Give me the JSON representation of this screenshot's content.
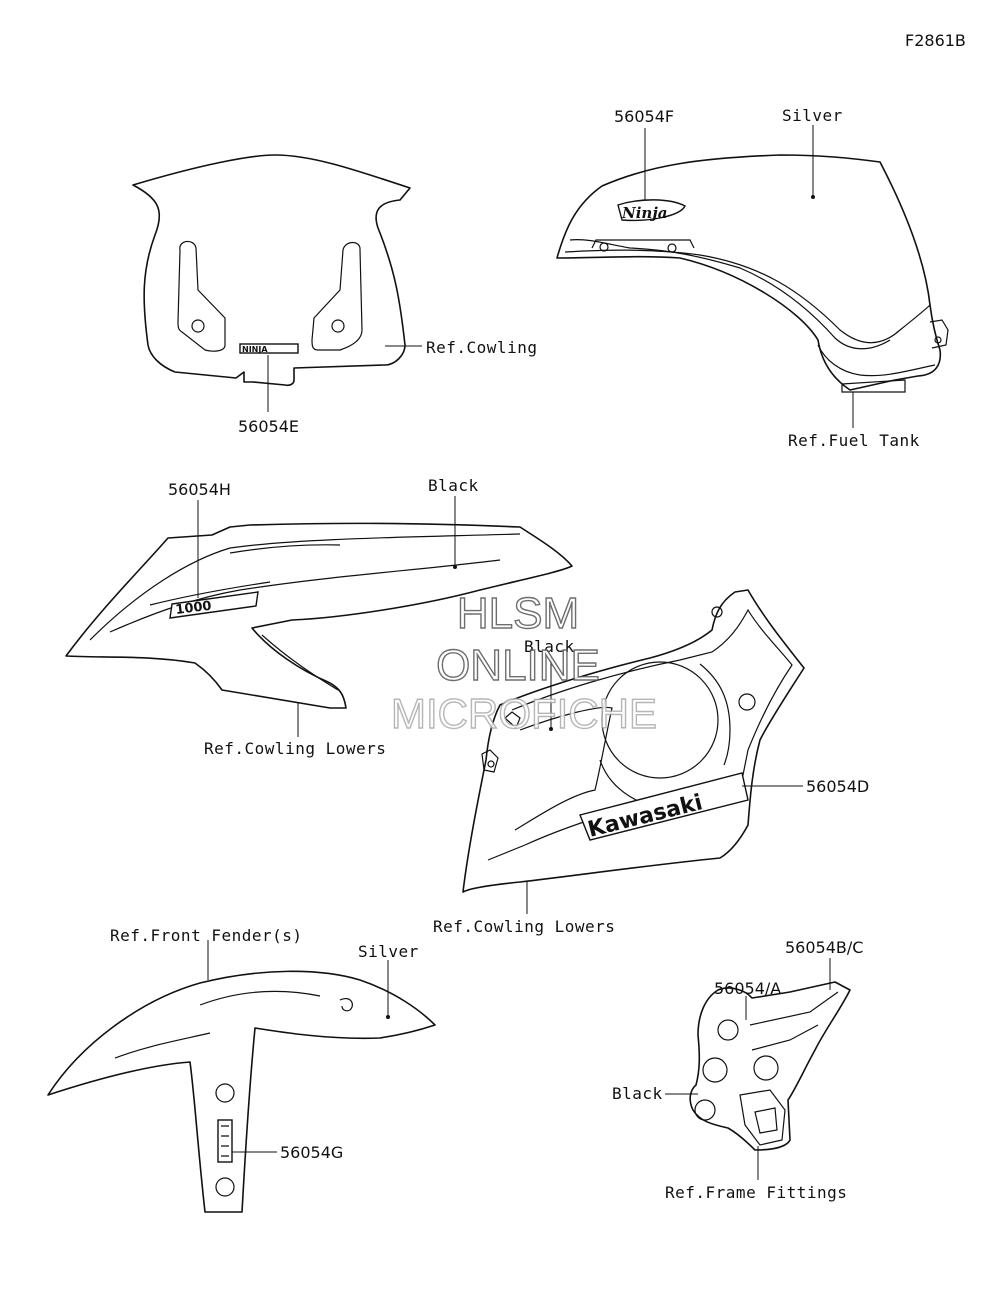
{
  "figure_code": "F2861B",
  "watermark": {
    "line1": "HLSM",
    "line2": "ONLINE",
    "line3": "MICROFICHE"
  },
  "windscreen": {
    "part_number": "56054E",
    "ref": "Ref.Cowling",
    "decal_text": "NINJA"
  },
  "fuel_tank": {
    "part_number": "56054F",
    "color": "Silver",
    "ref": "Ref.Fuel Tank",
    "decal_text": "Ninja"
  },
  "upper_cowl": {
    "part_number": "56054H",
    "color": "Black",
    "ref": "Ref.Cowling Lowers",
    "decal_text": "1000"
  },
  "lower_cowl": {
    "part_number": "56054D",
    "color": "Black",
    "ref": "Ref.Cowling Lowers",
    "decal_text": "Kawasaki"
  },
  "front_fender": {
    "part_number": "56054G",
    "color": "Silver",
    "ref": "Ref.Front Fender(s)"
  },
  "frame_fitting": {
    "part_number_a": "56054/A",
    "part_number_bc": "56054B/C",
    "color": "Black",
    "ref": "Ref.Frame Fittings"
  }
}
